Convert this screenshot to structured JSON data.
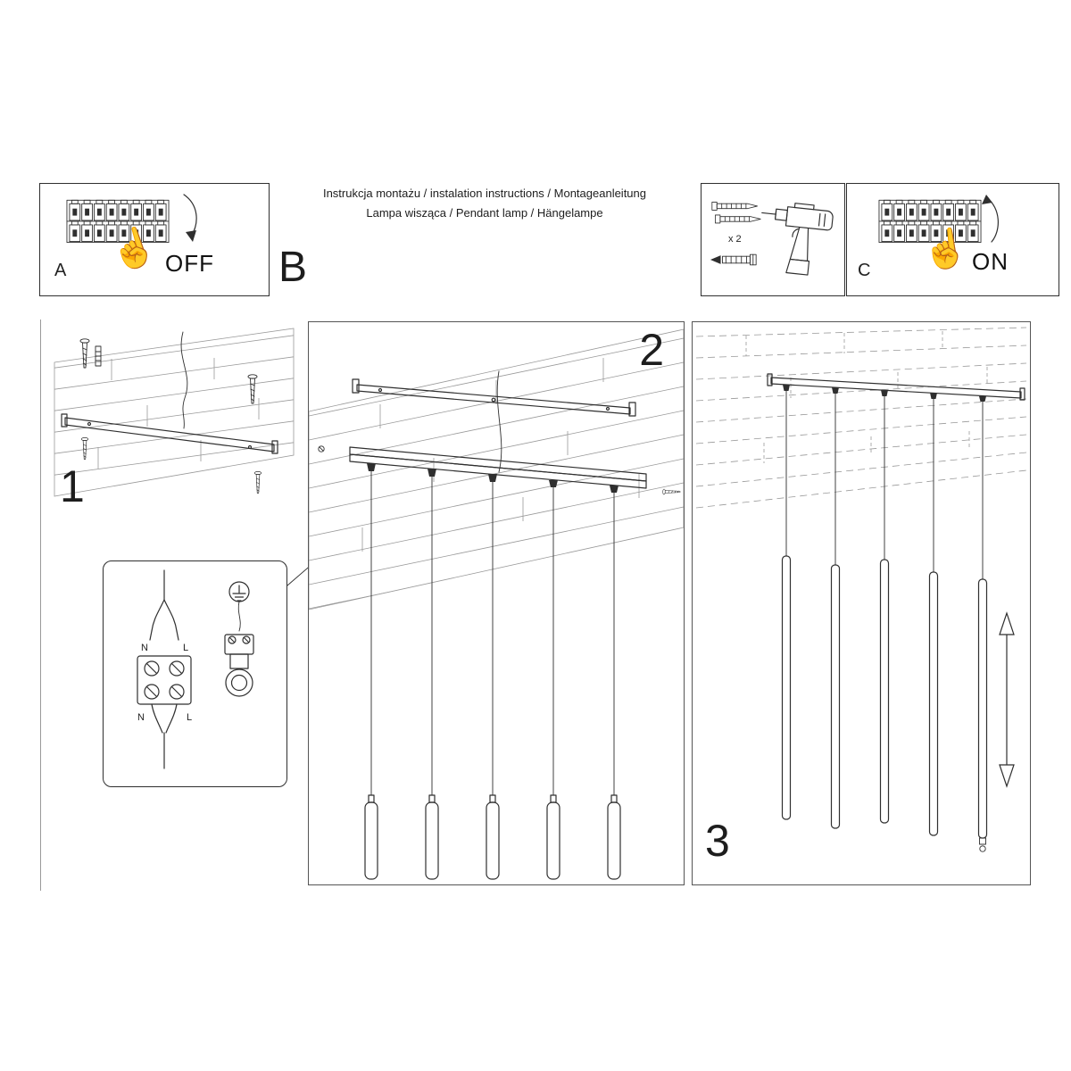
{
  "title": {
    "line1": "Instrukcja montażu / instalation instructions / Montageanleitung",
    "line2": "Lampa wisząca / Pendant lamp / Hängelampe"
  },
  "sections": {
    "a_label": "A",
    "b_label": "B",
    "c_label": "C",
    "power_off": "OFF",
    "power_on": "ON"
  },
  "steps": {
    "one": "1",
    "two": "2",
    "three": "3"
  },
  "hardware": {
    "anchor_quantity": "x 2"
  },
  "wiring": {
    "neutral_top": "N",
    "live_top": "L",
    "neutral_bottom": "N",
    "live_bottom": "L"
  },
  "icons": {
    "hand_pointing": "☝",
    "off_arrow": "curved-arrow-down",
    "on_arrow": "curved-arrow-up",
    "height_adjust": "double-arrow-vertical"
  },
  "colors": {
    "ink": "#2f2f2f",
    "panel_border": "#555555",
    "background": "#ffffff"
  }
}
